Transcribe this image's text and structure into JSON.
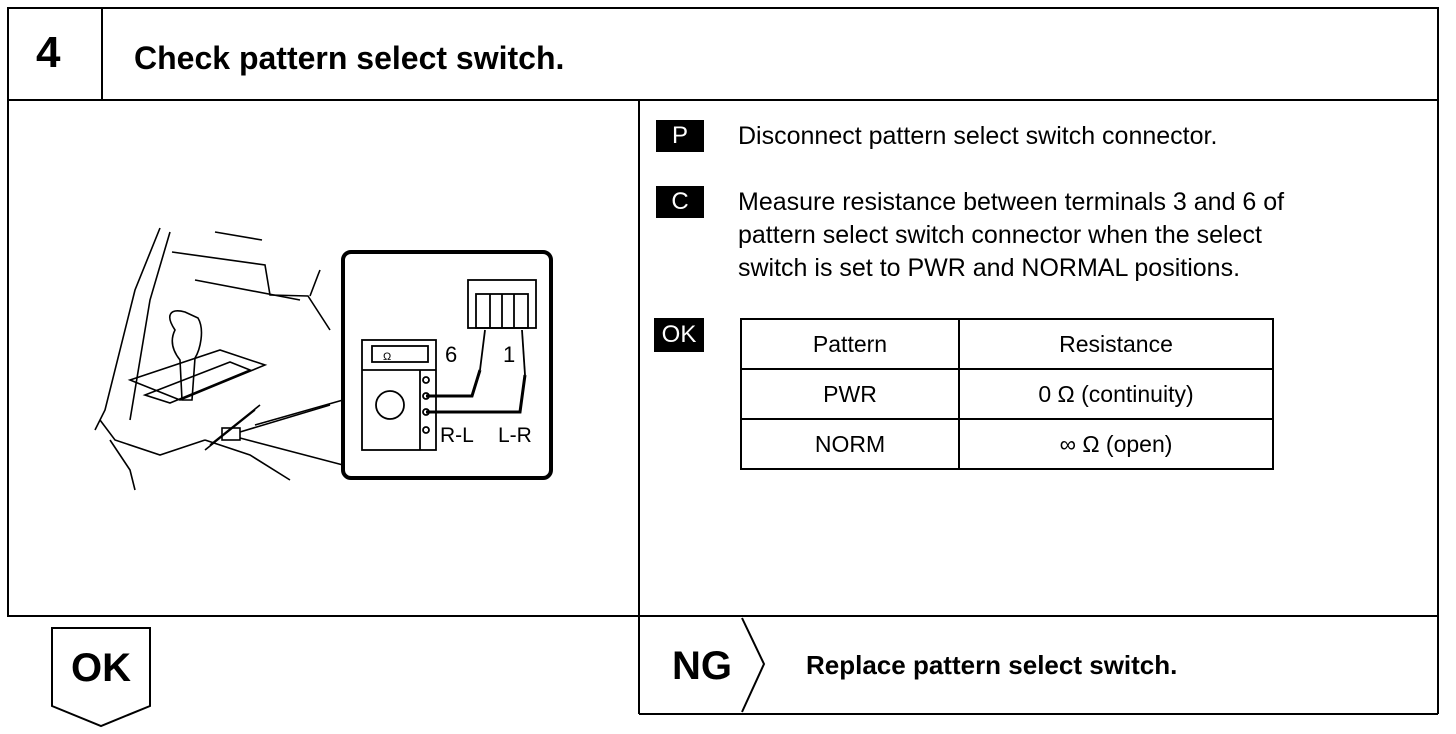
{
  "header": {
    "step_number": "4",
    "title": "Check pattern select switch."
  },
  "illustration": {
    "meter_symbol": "Ω",
    "terminal_left": "6",
    "terminal_right": "1",
    "probe_left_label": "R-L",
    "probe_right_label": "L-R"
  },
  "instructions": [
    {
      "badge": "P",
      "text": "Disconnect pattern select switch connector."
    },
    {
      "badge": "C",
      "lines": [
        "Measure resistance between terminals 3 and 6 of",
        "pattern select switch connector when the select",
        "switch is set to PWR and NORMAL positions."
      ]
    }
  ],
  "ok_badge": "OK",
  "table": {
    "headers": [
      "Pattern",
      "Resistance"
    ],
    "rows": [
      [
        "PWR",
        "0 Ω (continuity)"
      ],
      [
        "NORM",
        "∞ Ω (open)"
      ]
    ]
  },
  "footer": {
    "ok_label": "OK",
    "ng_label": "NG",
    "ng_action": "Replace pattern select switch."
  }
}
